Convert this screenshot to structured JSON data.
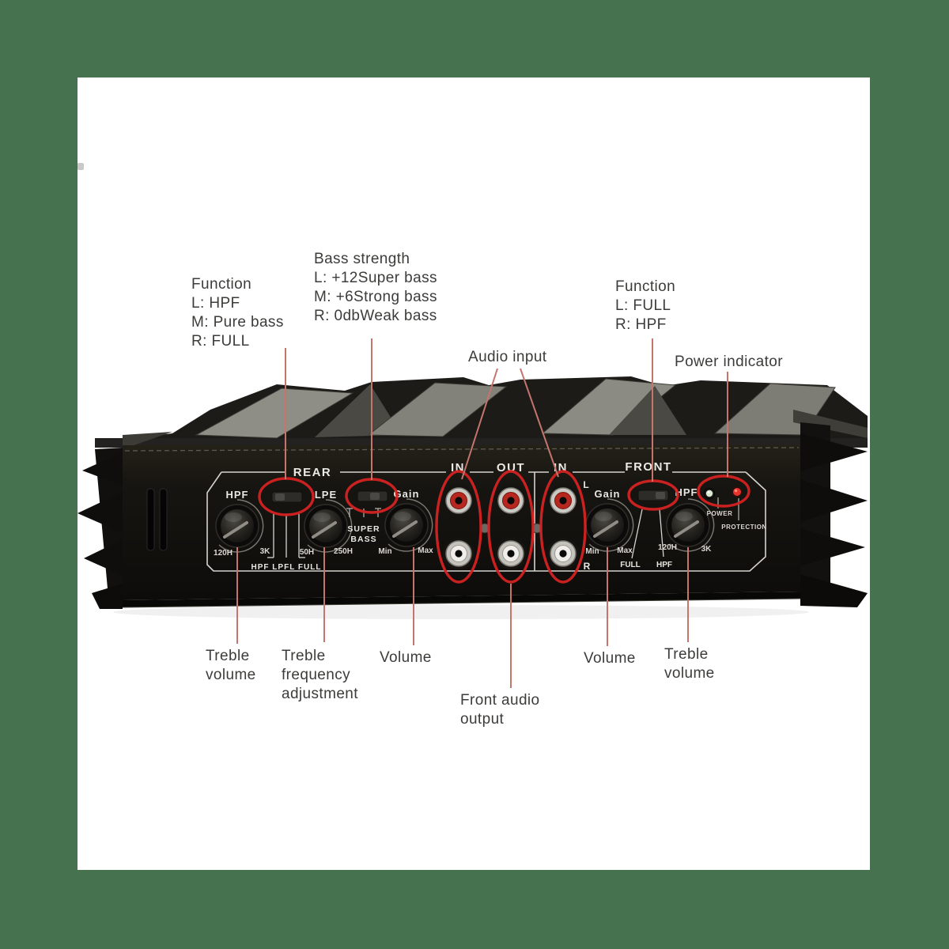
{
  "colors": {
    "frame_green": "#47724f",
    "photo_background": "#ffffff",
    "callout_line_red": "#c4756c",
    "highlight_circle_red": "#d42222",
    "annotation_text": "#3d3c3a",
    "panel_text": "#e9e7e1"
  },
  "callouts": {
    "function_left": [
      "Function",
      "L: HPF",
      "M: Pure bass",
      "R: FULL"
    ],
    "bass_strength": [
      "Bass strength",
      "L: +12Super bass",
      "M: +6Strong bass",
      "R: 0dbWeak bass"
    ],
    "audio_input": [
      "Audio input"
    ],
    "function_right": [
      "Function",
      "L: FULL",
      "R: HPF"
    ],
    "power_indicator": [
      "Power indicator"
    ],
    "treble_volume_left": [
      "Treble",
      "volume"
    ],
    "treble_frequency": [
      "Treble",
      "frequency",
      "adjustment"
    ],
    "volume_left": [
      "Volume"
    ],
    "front_audio_output": [
      "Front audio",
      "output"
    ],
    "volume_right": [
      "Volume"
    ],
    "treble_volume_right": [
      "Treble",
      "volume"
    ]
  },
  "panel": {
    "sections": {
      "rear": "REAR",
      "in1": "IN",
      "out": "OUT",
      "in2": "IN",
      "front": "FRONT"
    },
    "knobs": {
      "rear_hpf": {
        "label": "HPF",
        "left": "120H",
        "right": "3K"
      },
      "rear_lpe": {
        "label": "LPE",
        "left": "50H",
        "right": "250H"
      },
      "rear_gain": {
        "label": "Gain",
        "left": "Min",
        "right": "Max"
      },
      "front_gain": {
        "label": "Gain",
        "left": "Min",
        "right": "Max"
      },
      "front_hpf": {
        "label": "HPF",
        "left": "120H",
        "right": "3K"
      }
    },
    "legends": {
      "rear_function": "HPF LPFL FULL",
      "super_bass_1": "SUPER",
      "super_bass_2": "BASS",
      "front_full": "FULL",
      "front_hpf": "HPF"
    },
    "channels": {
      "left": "L",
      "right": "R"
    },
    "leds": {
      "power": "POWER",
      "protection": "PROTECTION"
    }
  }
}
